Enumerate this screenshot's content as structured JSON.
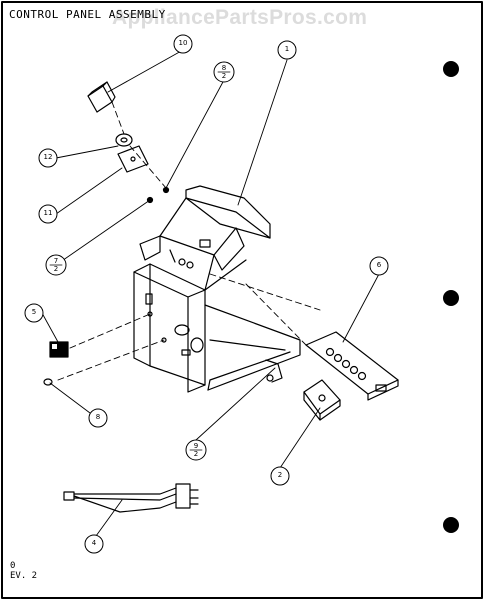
{
  "title": "CONTROL PANEL ASSEMBLY",
  "watermark": "AppliancePartsPros.com",
  "revision": {
    "line1": "0",
    "line2": "EV. 2"
  },
  "callouts": [
    {
      "id": "c1",
      "label": "1"
    },
    {
      "id": "c10",
      "label": "10"
    },
    {
      "id": "c8_2",
      "label": "8/2"
    },
    {
      "id": "c12",
      "label": "12"
    },
    {
      "id": "c11",
      "label": "11"
    },
    {
      "id": "c7_2",
      "label": "7/2"
    },
    {
      "id": "c6",
      "label": "6"
    },
    {
      "id": "c5",
      "label": "5"
    },
    {
      "id": "c8",
      "label": "8"
    },
    {
      "id": "c9_2",
      "label": "9/2"
    },
    {
      "id": "c2",
      "label": "2"
    },
    {
      "id": "c4",
      "label": "4"
    }
  ]
}
